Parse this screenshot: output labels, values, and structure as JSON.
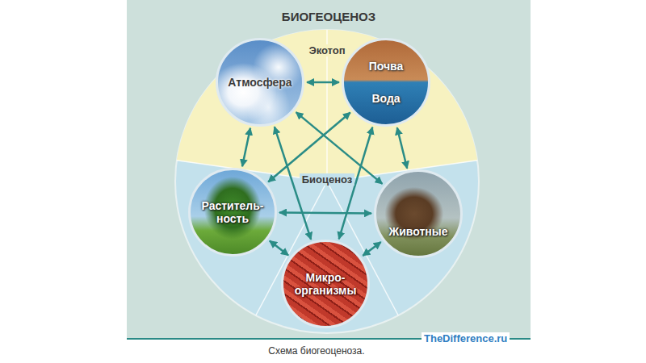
{
  "diagram": {
    "title": "БИОГЕОЦЕНОЗ",
    "caption": "Схема биогеоценоза.",
    "nodes": [
      {
        "text": [
          "Экотоп"
        ]
      },
      {
        "text": [
          "Атмосфера"
        ],
        "in": 0
      },
      {
        "text": [
          "Почва",
          "Вода"
        ],
        "in": 0
      },
      {
        "text": [
          "Биоценоз"
        ]
      },
      {
        "text": [
          "Раститель-ность"
        ],
        "in": 3
      },
      {
        "text": [
          "Животные"
        ],
        "in": 3
      },
      {
        "text": [
          "Микро-организмы"
        ],
        "in": 3
      }
    ],
    "edges": [
      {
        "from": 1,
        "to": 2,
        "arrow": "both"
      },
      {
        "from": 1,
        "to": 4,
        "arrow": "both"
      },
      {
        "from": 1,
        "to": 5,
        "arrow": "both"
      },
      {
        "from": 1,
        "to": 6,
        "arrow": "both"
      },
      {
        "from": 2,
        "to": 4,
        "arrow": "both"
      },
      {
        "from": 2,
        "to": 5,
        "arrow": "both"
      },
      {
        "from": 2,
        "to": 6,
        "arrow": "both"
      },
      {
        "from": 4,
        "to": 5,
        "arrow": "both"
      },
      {
        "from": 4,
        "to": 6,
        "arrow": "both"
      },
      {
        "from": 5,
        "to": 6,
        "arrow": "both"
      }
    ],
    "labels": [
      "TheDifference.ru"
    ]
  }
}
